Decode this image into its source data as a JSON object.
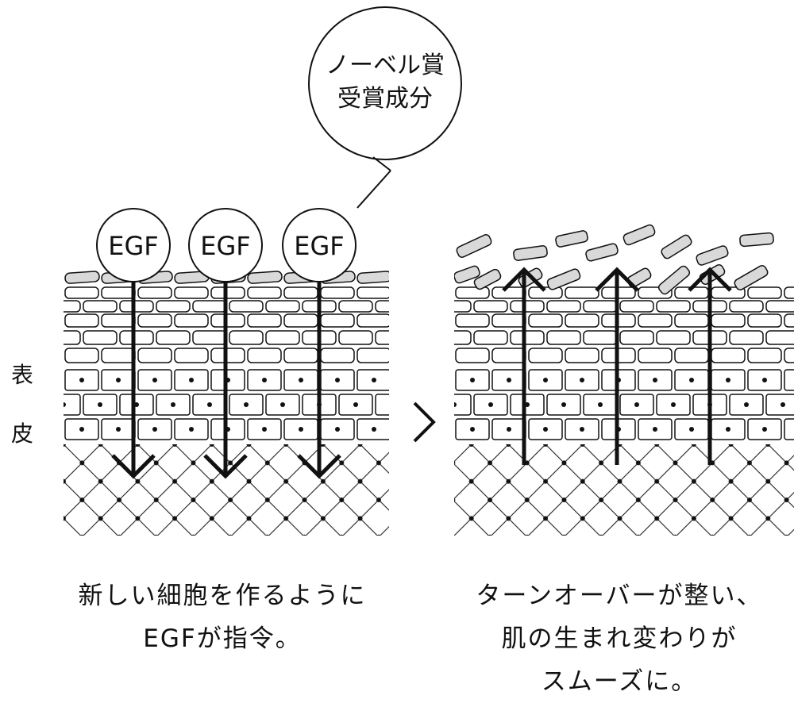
{
  "callout": {
    "lines": [
      "ノーベル賞",
      "受賞成分"
    ]
  },
  "egf_labels": [
    "EGF",
    "EGF",
    "EGF"
  ],
  "side_label": {
    "chars": [
      "表",
      "皮"
    ]
  },
  "transition_symbol": "chevron-right-icon",
  "captions": {
    "left": [
      "新しい細胞を作るように",
      "EGFが指令。"
    ],
    "right": [
      "ターンオーバーが整い、",
      "肌の生まれ変わりが",
      "スムーズに。"
    ]
  },
  "colors": {
    "line": "#111111",
    "scale_fill": "#d9d9d9",
    "background": "#ffffff"
  }
}
